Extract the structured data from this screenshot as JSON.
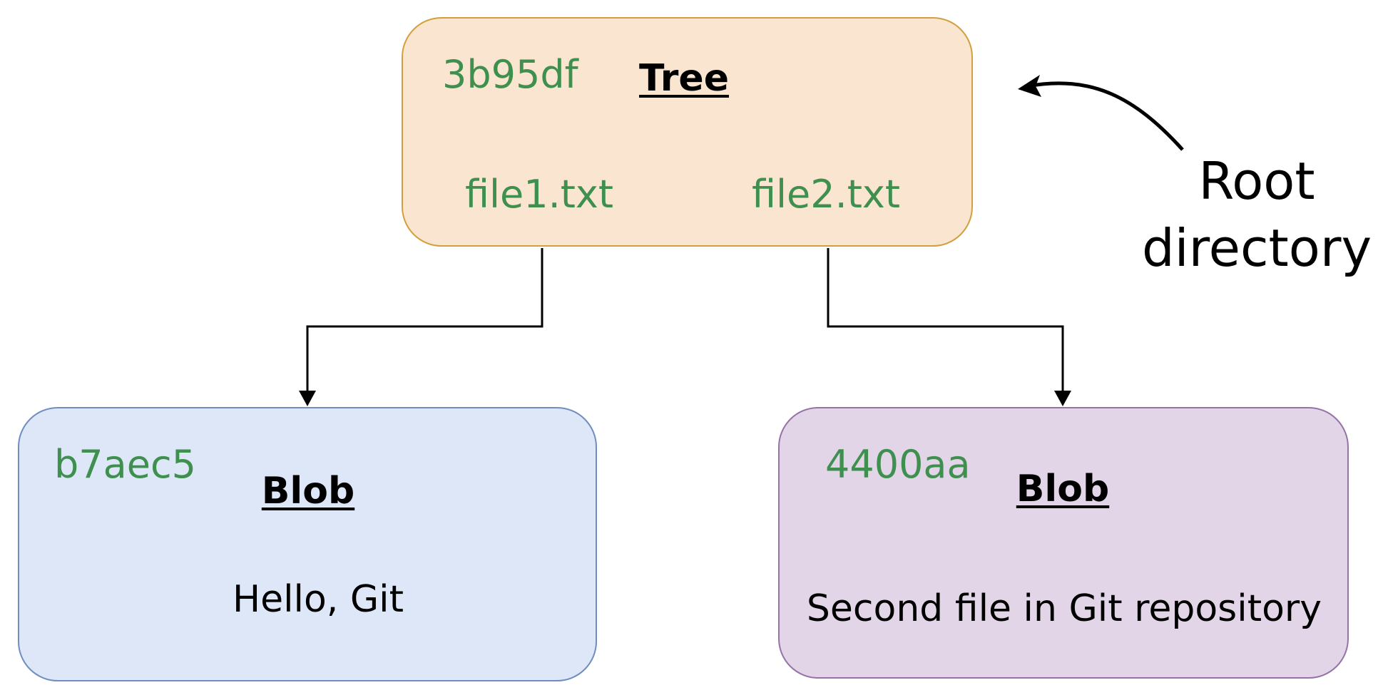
{
  "tree": {
    "hash": "3b95df",
    "kind": "Tree",
    "entries": [
      "file1.txt",
      "file2.txt"
    ]
  },
  "blobs": [
    {
      "hash": "b7aec5",
      "kind": "Blob",
      "content": "Hello, Git"
    },
    {
      "hash": "4400aa",
      "kind": "Blob",
      "content": "Second file in Git repository"
    }
  ],
  "annotation": {
    "line1": "Root",
    "line2": "directory"
  },
  "colors": {
    "tree_fill": "#fae6d0",
    "tree_stroke": "#d39f3e",
    "blob1_fill": "#dee7f8",
    "blob1_stroke": "#6f8ebf",
    "blob2_fill": "#e2d5e8",
    "blob2_stroke": "#9673a6",
    "hash_text": "#3f8f4f",
    "connector": "#000000"
  }
}
